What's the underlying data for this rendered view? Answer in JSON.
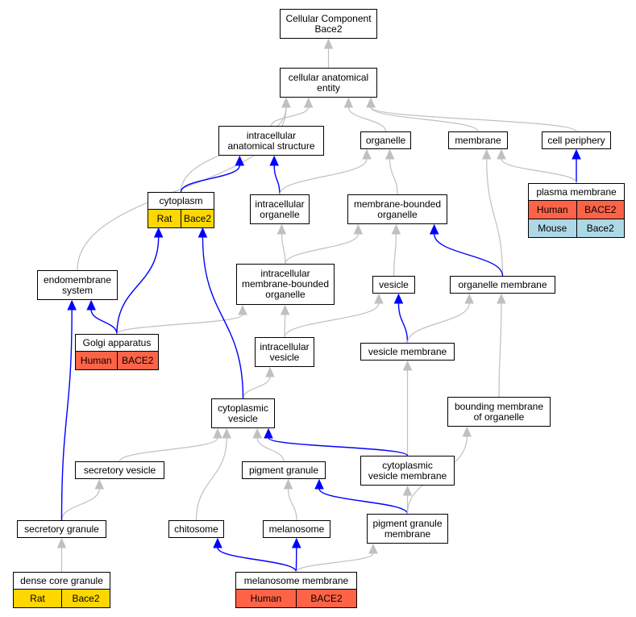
{
  "colors": {
    "edge_gray": "#c0c0c0",
    "edge_blue": "#0000ff",
    "human": "#ff6347",
    "rat": "#ffd700",
    "mouse": "#add8e6"
  },
  "nodes": [
    {
      "id": "root",
      "label": "Cellular Component\nBace2",
      "tags": []
    },
    {
      "id": "cae",
      "label": "cellular anatomical\nentity",
      "tags": []
    },
    {
      "id": "ias",
      "label": "intracellular\nanatomical structure",
      "tags": []
    },
    {
      "id": "organelle",
      "label": "organelle",
      "tags": []
    },
    {
      "id": "membrane",
      "label": "membrane",
      "tags": []
    },
    {
      "id": "cellper",
      "label": "cell periphery",
      "tags": []
    },
    {
      "id": "cytoplasm",
      "label": "cytoplasm",
      "tags": [
        {
          "species": "Rat",
          "gene": "Bace2",
          "color": "#ffd700"
        }
      ]
    },
    {
      "id": "intorg",
      "label": "intracellular\norganelle",
      "tags": []
    },
    {
      "id": "mbo",
      "label": "membrane-bounded\norganelle",
      "tags": []
    },
    {
      "id": "pm",
      "label": "plasma membrane",
      "tags": [
        {
          "species": "Human",
          "gene": "BACE2",
          "color": "#ff6347"
        },
        {
          "species": "Mouse",
          "gene": "Bace2",
          "color": "#add8e6"
        }
      ]
    },
    {
      "id": "endo",
      "label": "endomembrane\nsystem",
      "tags": []
    },
    {
      "id": "imbo",
      "label": "intracellular\nmembrane-bounded\norganelle",
      "tags": []
    },
    {
      "id": "vesicle",
      "label": "vesicle",
      "tags": []
    },
    {
      "id": "orgmem",
      "label": "organelle membrane",
      "tags": []
    },
    {
      "id": "golgi",
      "label": "Golgi apparatus",
      "tags": [
        {
          "species": "Human",
          "gene": "BACE2",
          "color": "#ff6347"
        }
      ]
    },
    {
      "id": "intves",
      "label": "intracellular\nvesicle",
      "tags": []
    },
    {
      "id": "vesmem",
      "label": "vesicle membrane",
      "tags": []
    },
    {
      "id": "cytves",
      "label": "cytoplasmic\nvesicle",
      "tags": []
    },
    {
      "id": "bmo",
      "label": "bounding membrane\nof organelle",
      "tags": []
    },
    {
      "id": "secves",
      "label": "secretory vesicle",
      "tags": []
    },
    {
      "id": "pigg",
      "label": "pigment granule",
      "tags": []
    },
    {
      "id": "cvm",
      "label": "cytoplasmic\nvesicle membrane",
      "tags": []
    },
    {
      "id": "secg",
      "label": "secretory granule",
      "tags": []
    },
    {
      "id": "chito",
      "label": "chitosome",
      "tags": []
    },
    {
      "id": "melano",
      "label": "melanosome",
      "tags": []
    },
    {
      "id": "pgm",
      "label": "pigment granule\nmembrane",
      "tags": []
    },
    {
      "id": "dcg",
      "label": "dense core granule",
      "tags": [
        {
          "species": "Rat",
          "gene": "Bace2",
          "color": "#ffd700"
        }
      ]
    },
    {
      "id": "melmem",
      "label": "melanosome membrane",
      "tags": [
        {
          "species": "Human",
          "gene": "BACE2",
          "color": "#ff6347"
        }
      ]
    }
  ],
  "edges": [
    {
      "from": "cae",
      "to": "root",
      "color": "gray"
    },
    {
      "from": "ias",
      "to": "cae",
      "color": "gray"
    },
    {
      "from": "organelle",
      "to": "cae",
      "color": "gray"
    },
    {
      "from": "membrane",
      "to": "cae",
      "color": "gray"
    },
    {
      "from": "cellper",
      "to": "cae",
      "color": "gray"
    },
    {
      "from": "cytoplasm",
      "to": "cae",
      "color": "gray"
    },
    {
      "from": "endo",
      "to": "cae",
      "color": "gray"
    },
    {
      "from": "cytoplasm",
      "to": "ias",
      "color": "blue"
    },
    {
      "from": "intorg",
      "to": "ias",
      "color": "blue"
    },
    {
      "from": "intorg",
      "to": "organelle",
      "color": "gray"
    },
    {
      "from": "mbo",
      "to": "organelle",
      "color": "gray"
    },
    {
      "from": "pm",
      "to": "cellper",
      "color": "blue"
    },
    {
      "from": "pm",
      "to": "membrane",
      "color": "gray"
    },
    {
      "from": "orgmem",
      "to": "membrane",
      "color": "gray"
    },
    {
      "from": "imbo",
      "to": "intorg",
      "color": "gray"
    },
    {
      "from": "imbo",
      "to": "mbo",
      "color": "gray"
    },
    {
      "from": "vesicle",
      "to": "mbo",
      "color": "gray"
    },
    {
      "from": "orgmem",
      "to": "mbo",
      "color": "blue"
    },
    {
      "from": "golgi",
      "to": "cytoplasm",
      "color": "blue"
    },
    {
      "from": "golgi",
      "to": "endo",
      "color": "blue"
    },
    {
      "from": "golgi",
      "to": "imbo",
      "color": "gray"
    },
    {
      "from": "intves",
      "to": "imbo",
      "color": "gray"
    },
    {
      "from": "intves",
      "to": "vesicle",
      "color": "gray"
    },
    {
      "from": "vesmem",
      "to": "vesicle",
      "color": "blue"
    },
    {
      "from": "vesmem",
      "to": "orgmem",
      "color": "gray"
    },
    {
      "from": "bmo",
      "to": "orgmem",
      "color": "gray"
    },
    {
      "from": "cytves",
      "to": "intves",
      "color": "gray"
    },
    {
      "from": "cytves",
      "to": "cytoplasm",
      "color": "blue"
    },
    {
      "from": "cvm",
      "to": "vesmem",
      "color": "gray"
    },
    {
      "from": "cvm",
      "to": "cytves",
      "color": "blue"
    },
    {
      "from": "secves",
      "to": "cytves",
      "color": "gray"
    },
    {
      "from": "pigg",
      "to": "cytves",
      "color": "gray"
    },
    {
      "from": "chito",
      "to": "cytves",
      "color": "gray"
    },
    {
      "from": "secg",
      "to": "secves",
      "color": "gray"
    },
    {
      "from": "secg",
      "to": "endo",
      "color": "blue"
    },
    {
      "from": "melano",
      "to": "pigg",
      "color": "gray"
    },
    {
      "from": "pgm",
      "to": "pigg",
      "color": "blue"
    },
    {
      "from": "pgm",
      "to": "cvm",
      "color": "gray"
    },
    {
      "from": "pgm",
      "to": "bmo",
      "color": "gray"
    },
    {
      "from": "dcg",
      "to": "secg",
      "color": "gray"
    },
    {
      "from": "melmem",
      "to": "chito",
      "color": "blue"
    },
    {
      "from": "melmem",
      "to": "melano",
      "color": "blue"
    },
    {
      "from": "melmem",
      "to": "pgm",
      "color": "gray"
    }
  ]
}
